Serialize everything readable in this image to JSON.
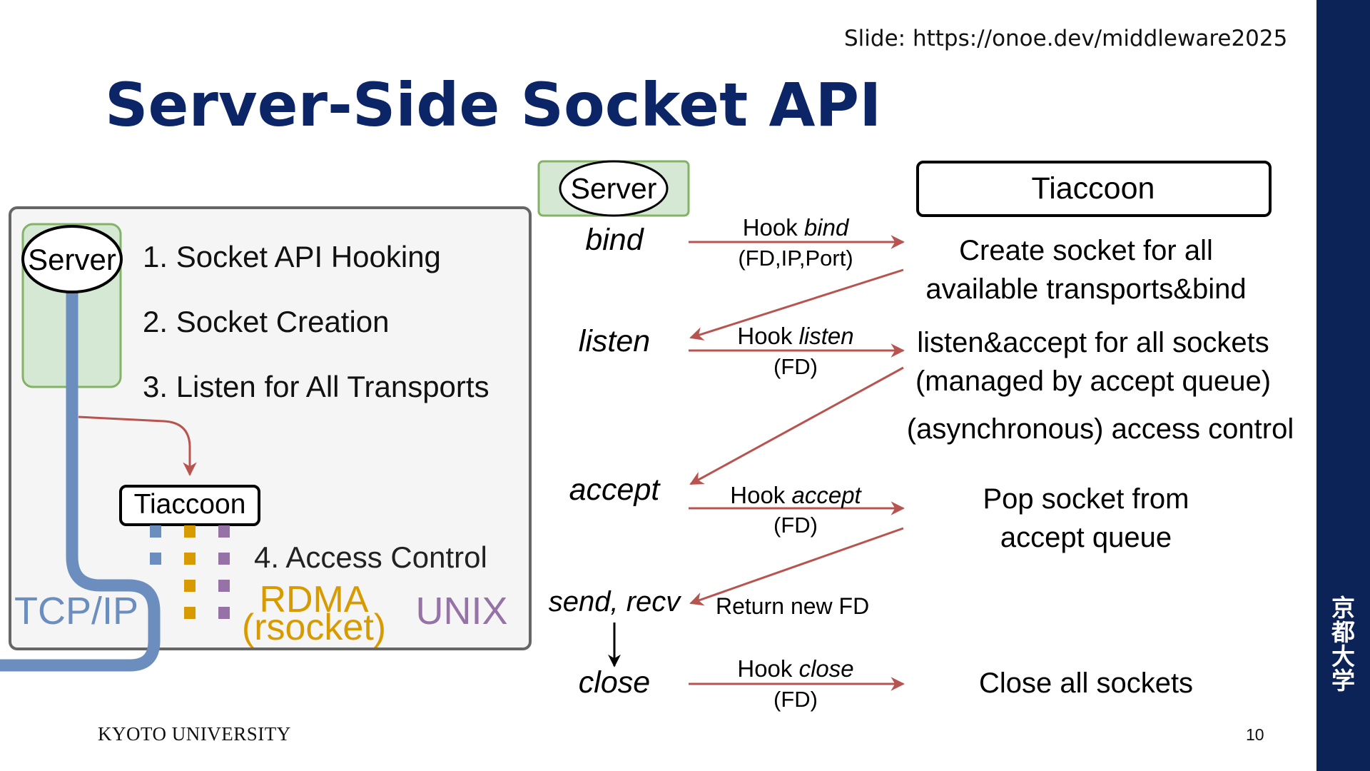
{
  "slide": {
    "url": "Slide: https://onoe.dev/middleware2025",
    "title": "Server-Side Socket API",
    "footer": "KYOTO UNIVERSITY",
    "page_number": "10",
    "side_text": "京都大学"
  },
  "left_panel": {
    "server_label": "Server",
    "steps": [
      "1. Socket API Hooking",
      "2. Socket Creation",
      "3. Listen for All Transports",
      "4. Access Control"
    ],
    "tiaccoon_label": "Tiaccoon",
    "transports": {
      "tcp": "TCP/IP",
      "rdma_line1": "RDMA",
      "rdma_line2": "(rsocket)",
      "unix": "UNIX"
    }
  },
  "sequence": {
    "server_header": "Server",
    "tiaccoon_header": "Tiaccoon",
    "calls": [
      "bind",
      "listen",
      "accept",
      "send, recv",
      "close"
    ],
    "hooks": [
      {
        "prefix": "Hook ",
        "name": "bind",
        "args": "(FD,IP,Port)"
      },
      {
        "prefix": "Hook ",
        "name": "listen",
        "args": "(FD)"
      },
      {
        "prefix": "Hook ",
        "name": "accept",
        "args": "(FD)"
      },
      {
        "prefix": "Hook ",
        "name": "close",
        "args": "(FD)"
      }
    ],
    "return_label": "Return new FD",
    "actions": [
      "Create socket for all",
      "available transports&bind",
      "listen&accept for all sockets",
      "(managed by accept queue)",
      "(asynchronous) access control",
      "Pop socket from",
      "accept queue",
      "Close all sockets"
    ]
  },
  "colors": {
    "title": "#0b2566",
    "sidebar": "#0c2357",
    "arrow": "#b85450",
    "server_box": "#d5e8d4",
    "server_border": "#82b366",
    "tcp": "#6c8ebf",
    "rdma": "#d79b00",
    "unix": "#9673a6"
  }
}
